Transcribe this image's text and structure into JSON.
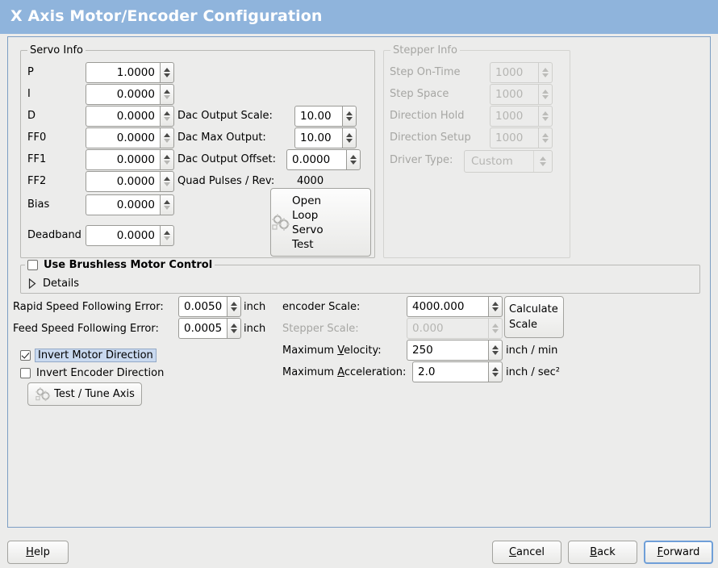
{
  "titlebar": {
    "title": "X Axis Motor/Encoder Configuration"
  },
  "servo_group": {
    "legend": "Servo Info",
    "rows": [
      {
        "label": "P",
        "value": "1.0000"
      },
      {
        "label": "I",
        "value": "0.0000"
      },
      {
        "label": "D",
        "value": "0.0000"
      },
      {
        "label": "FF0",
        "value": "0.0000"
      },
      {
        "label": "FF1",
        "value": "0.0000"
      },
      {
        "label": "FF2",
        "value": "0.0000"
      },
      {
        "label": "Bias",
        "value": "0.0000"
      },
      {
        "label": "Deadband",
        "value": "0.0000"
      }
    ],
    "dac": [
      {
        "label": "Dac Output Scale:",
        "value": "10.00"
      },
      {
        "label": "Dac Max Output:",
        "value": "10.00"
      },
      {
        "label": "Dac Output Offset:",
        "value": "0.0000"
      }
    ],
    "quad_pulses_label": "Quad Pulses / Rev:",
    "quad_pulses_value": "4000",
    "open_loop_button": "Open\nLoop\nServo\nTest",
    "open_loop_lines": [
      "Open",
      "Loop",
      "Servo",
      "Test"
    ]
  },
  "stepper_group": {
    "legend": "Stepper Info",
    "rows": [
      {
        "label": "Step On-Time",
        "value": "1000"
      },
      {
        "label": "Step Space",
        "value": "1000"
      },
      {
        "label": "Direction Hold",
        "value": "1000"
      },
      {
        "label": "Direction Setup",
        "value": "1000"
      }
    ],
    "driver_type_label": "Driver Type:",
    "driver_type_value": "Custom",
    "enabled": false
  },
  "brushless_group": {
    "legend": "Use Brushless Motor Control",
    "checked": false,
    "details_label": "Details",
    "details_expanded": false
  },
  "tuning": {
    "rapid_error_label": "Rapid Speed Following Error:",
    "rapid_error_value": "0.0050",
    "rapid_error_unit": "inch",
    "feed_error_label": "Feed Speed Following Error:",
    "feed_error_value": "0.0005",
    "feed_error_unit": "inch",
    "invert_motor_label": "Invert Motor Direction",
    "invert_motor_checked": true,
    "invert_encoder_label": "Invert Encoder Direction",
    "invert_encoder_checked": false,
    "test_tune_button": "Test / Tune Axis"
  },
  "scaling": {
    "encoder_scale_label": "encoder Scale:",
    "encoder_scale_value": "4000.000",
    "stepper_scale_label": "Stepper Scale:",
    "stepper_scale_value": "0.000",
    "stepper_scale_enabled": false,
    "calculate_scale_button_line1": "Calculate",
    "calculate_scale_button_line2": "Scale",
    "max_velocity_label_pre": "Maximum ",
    "max_velocity_label_mnemonic": "V",
    "max_velocity_label_post": "elocity:",
    "max_velocity_value": "250",
    "max_velocity_unit": "inch / min",
    "max_accel_label_pre": "Maximum ",
    "max_accel_label_mnemonic": "A",
    "max_accel_label_post": "cceleration:",
    "max_accel_value": "2.0",
    "max_accel_unit": "inch / sec²"
  },
  "footer": {
    "help_mnemonic": "H",
    "help_rest": "elp",
    "cancel_mnemonic": "C",
    "cancel_rest": "ancel",
    "back_mnemonic": "B",
    "back_rest": "ack",
    "forward_mnemonic": "F",
    "forward_rest": "orward"
  },
  "colors": {
    "titlebar_bg": "#8fb4dc",
    "window_bg": "#ececeb",
    "frame_border": "#7d9ec4",
    "focus_blue": "#6f9fd8",
    "disabled_text": "#a6a6a3"
  }
}
